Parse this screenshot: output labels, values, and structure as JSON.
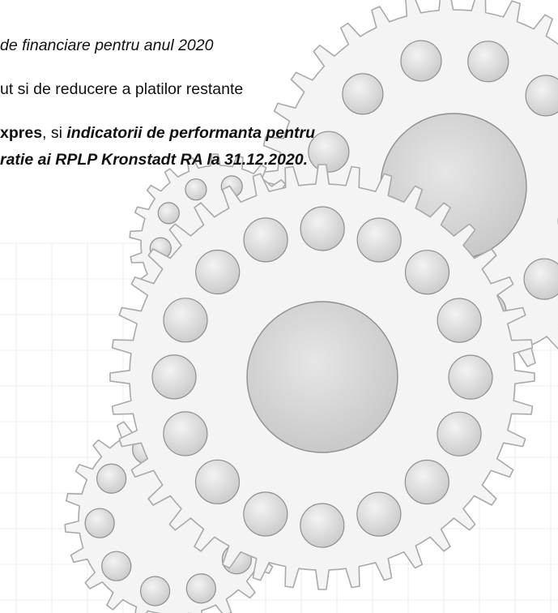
{
  "document": {
    "line1": "de financiare pentru anul 2020",
    "line2": "ut si de reducere a platilor restante",
    "line3": {
      "part1": "xpres",
      "part2": ", si ",
      "part3": "indicatorii de performanta pentru"
    },
    "line4": "ratie ai RPLP Kronstadt RA la 31.12.2020."
  },
  "decoration": {
    "grid_color": "#eceef3",
    "gear_fill": "#f4f4f4",
    "gear_stroke": "#a9a9a9",
    "hole_fill": "#dcdcdc",
    "hole_stroke": "#8f8f8f"
  }
}
